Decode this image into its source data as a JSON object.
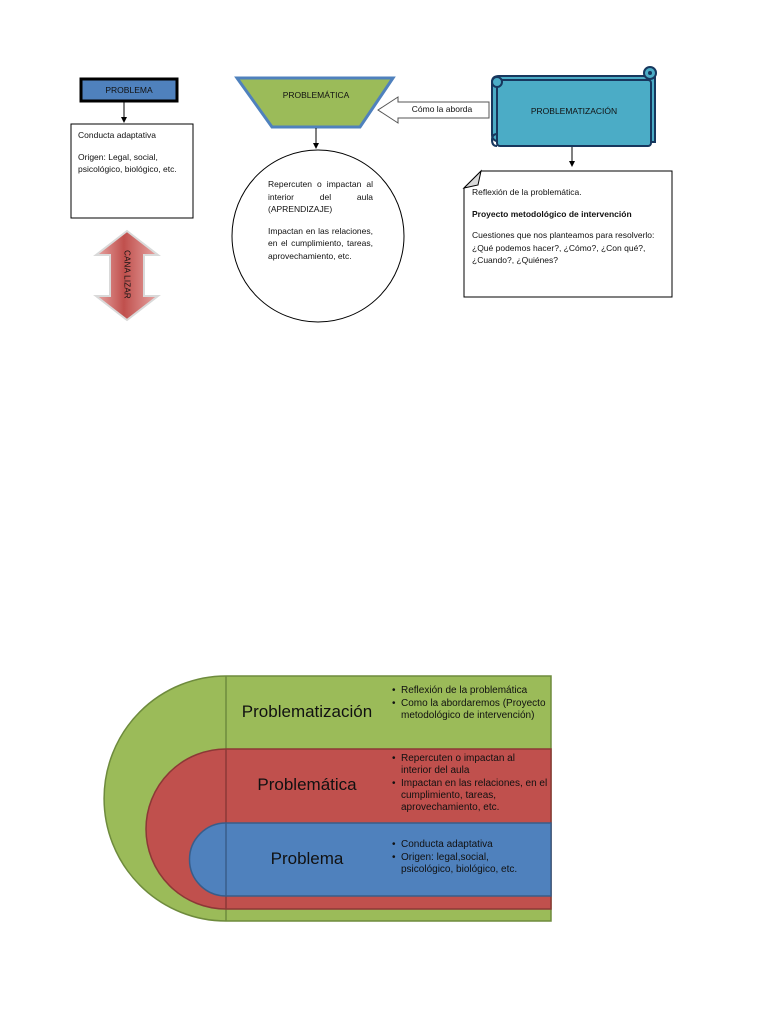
{
  "flow": {
    "problema_label": "PROBLEMA",
    "problema_box_title": "Conducta adaptativa",
    "problema_box_text": "Origen: Legal, social, psicológico, biológico, etc.",
    "canalizar_label": "CANA LIZAR",
    "problematica_label": "PROBLEMÁTICA",
    "como_aborda_label": "Cómo la aborda",
    "problematizacion_label": "PROBLEMATIZACIÓN",
    "circle_p1": "Repercuten o impactan al interior del aula (APRENDIZAJE)",
    "circle_p2": "Impactan en las relaciones, en el cumplimiento, tareas, aprovechamiento, etc.",
    "note_p1": "Reflexión de la problemática.",
    "note_p2": "Proyecto metodológico de intervención",
    "note_p3": "Cuestiones que nos planteamos para resolverlo: ¿Qué podemos hacer?, ¿Cómo?, ¿Con qué?, ¿Cuando?, ¿Quiénes?"
  },
  "layers": {
    "problematizacion": {
      "title": "Problematización",
      "bullets": [
        "Reflexión de la problemática",
        "Como la abordaremos (Proyecto metodológico de intervención)"
      ]
    },
    "problematica": {
      "title": "Problemática",
      "bullets": [
        "Repercuten o impactan al interior del aula",
        "Impactan en las relaciones, en el cumplimiento, tareas, aprovechamiento, etc."
      ]
    },
    "problema": {
      "title": "Problema",
      "bullets": [
        "Conducta adaptativa",
        "Origen: legal,social, psicológico, biológico, etc."
      ]
    }
  },
  "colors": {
    "green": "#9bbb59",
    "red": "#c0504d",
    "blue": "#4f81bd",
    "scroll_blue": "#4bacc6"
  }
}
